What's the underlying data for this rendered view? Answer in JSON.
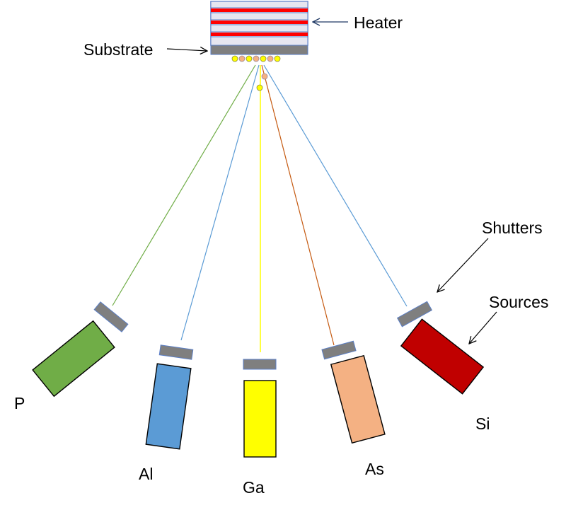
{
  "labels": {
    "heater": "Heater",
    "substrate": "Substrate",
    "shutters": "Shutters",
    "sources": "Sources"
  },
  "sources": [
    {
      "id": "p",
      "label": "P",
      "color": "#70ad47",
      "beam_color": "#70ad47"
    },
    {
      "id": "al",
      "label": "Al",
      "color": "#5b9bd5",
      "beam_color": "#5b9bd5"
    },
    {
      "id": "ga",
      "label": "Ga",
      "color": "#ffff00",
      "beam_color": "#ffff00"
    },
    {
      "id": "as",
      "label": "As",
      "color": "#f4b183",
      "beam_color": "#c55a11"
    },
    {
      "id": "si",
      "label": "Si",
      "color": "#c00000",
      "beam_color": "#5b9bd5"
    }
  ],
  "colors": {
    "heater_band": "#e6e6f0",
    "heater_stripe": "#ff0000",
    "heater_outline": "#5b7fc7",
    "shutter": "#7f7f7f",
    "substrate": "#7f7f7f",
    "atom_yellow": "#ffff00",
    "atom_pink": "#f4b183"
  }
}
